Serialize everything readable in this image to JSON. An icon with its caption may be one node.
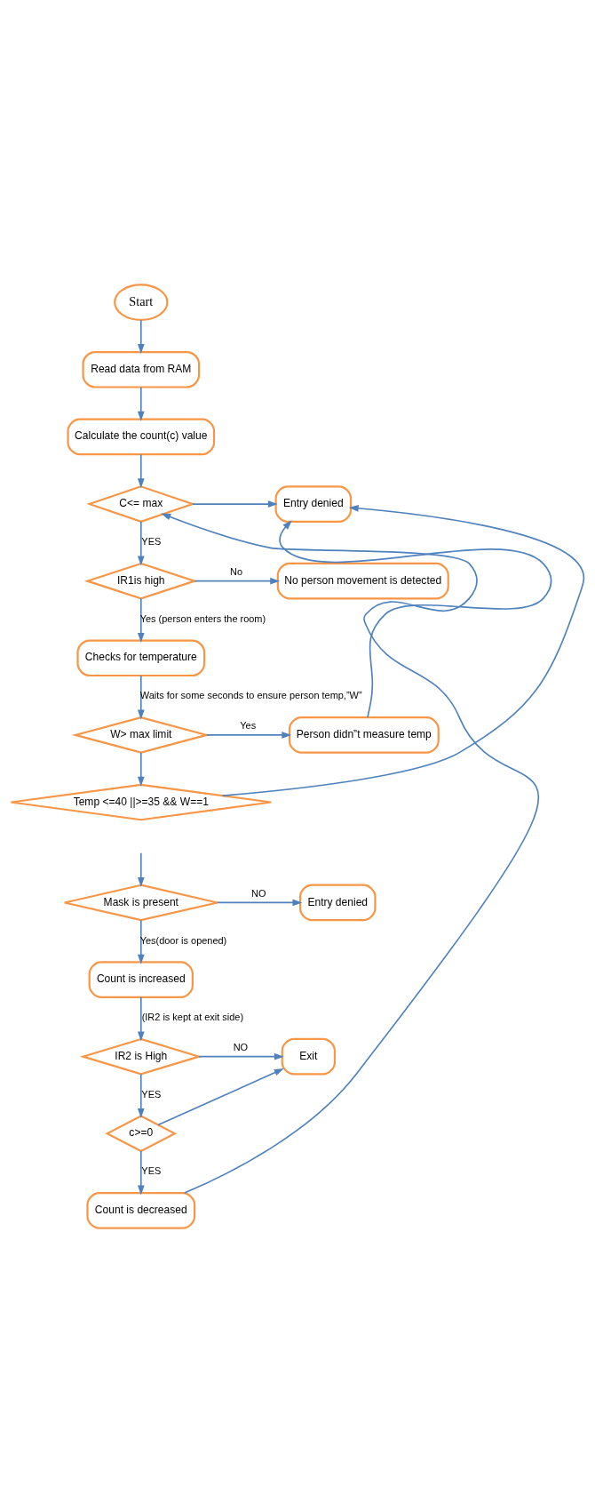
{
  "diagram": {
    "nodes": [
      {
        "text": [
          "Start"
        ]
      },
      {
        "text": [
          "Read data from RAM"
        ]
      },
      {
        "text": [
          "Calculate the count(c) value"
        ]
      },
      {
        "text": [
          "C<= max"
        ]
      },
      {
        "text": [
          "Entry denied"
        ]
      },
      {
        "text": [
          "IR1is high"
        ]
      },
      {
        "text": [
          "No person movement is detected"
        ]
      },
      {
        "text": [
          "Checks for temperature"
        ]
      },
      {
        "text": [
          "W> max limit"
        ]
      },
      {
        "text": [
          "Person didn”t measure temp"
        ]
      },
      {
        "text": [
          "Temp <=40 ||>=35 && W==1"
        ]
      },
      {
        "text": [
          "Mask is present"
        ]
      },
      {
        "text": [
          "Entry denied"
        ]
      },
      {
        "text": [
          "Count is increased"
        ]
      },
      {
        "text": [
          "IR2 is High"
        ]
      },
      {
        "text": [
          "Exit"
        ]
      },
      {
        "text": [
          "c>=0"
        ]
      },
      {
        "text": [
          "Count is decreased"
        ]
      }
    ],
    "edges": [
      {
        "from": 0,
        "to": 1,
        "arrow": "to"
      },
      {
        "from": 1,
        "to": 2,
        "arrow": "to"
      },
      {
        "from": 2,
        "to": 3,
        "arrow": "to"
      },
      {
        "from": 3,
        "to": 4,
        "arrow": "to"
      },
      {
        "from": 3,
        "to": 5,
        "arrow": "to",
        "label": "YES"
      },
      {
        "from": 5,
        "to": 6,
        "arrow": "to",
        "label": "No"
      },
      {
        "from": 5,
        "to": 7,
        "arrow": "to",
        "label": "Yes (person enters the room)"
      },
      {
        "from": 7,
        "to": 8,
        "arrow": "to",
        "label": "Waits for some seconds to ensure person temp,”W”"
      },
      {
        "from": 8,
        "to": 9,
        "arrow": "to",
        "label": "Yes"
      },
      {
        "from": 8,
        "to": 10,
        "arrow": "to"
      },
      {
        "from": 9,
        "to": 4,
        "arrow": "to"
      },
      {
        "from": 10,
        "to": 4,
        "arrow": "to"
      },
      {
        "from": null,
        "to": 11,
        "arrow": "to"
      },
      {
        "from": 11,
        "to": 12,
        "arrow": "to",
        "label": "NO"
      },
      {
        "from": 11,
        "to": 13,
        "arrow": "to",
        "label": "Yes(door is opened)"
      },
      {
        "from": 13,
        "to": 14,
        "arrow": "to",
        "label": "(IR2 is kept at exit side)"
      },
      {
        "from": 14,
        "to": 15,
        "arrow": "to",
        "label": "NO"
      },
      {
        "from": 14,
        "to": 16,
        "arrow": "to",
        "label": "YES"
      },
      {
        "from": 16,
        "to": 15,
        "arrow": "to"
      },
      {
        "from": 16,
        "to": 17,
        "arrow": "to",
        "label": "YES"
      },
      {
        "from": 17,
        "to": 3,
        "arrow": "to"
      }
    ]
  }
}
